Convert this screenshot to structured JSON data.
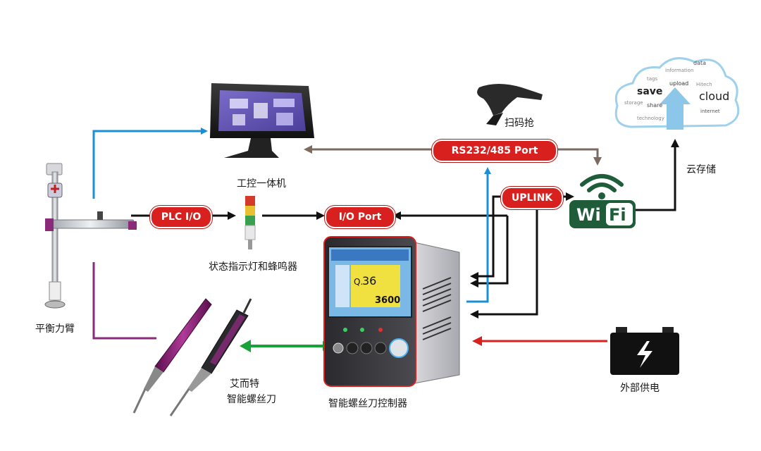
{
  "labels": {
    "panel_pc": "工控一体机",
    "scanner": "扫码抢",
    "cloud_storage": "云存储",
    "tower_light": "状态指示灯和蜂鸣器",
    "balance_arm": "平衡力臂",
    "screwdriver_line1": "艾而特",
    "screwdriver_line2": "智能螺丝刀",
    "controller": "智能螺丝刀控制器",
    "power": "外部供电"
  },
  "ports": {
    "rs232": "RS232/485 Port",
    "plc": "PLC I/O",
    "io": "I/O Port",
    "uplink": "UPLINK"
  },
  "wifi": {
    "left": "Wi",
    "right": "Fi"
  },
  "cloud_words": {
    "save": "save",
    "cloud": "cloud",
    "upload": "upload",
    "data": "data",
    "information": "information",
    "tags": "tags",
    "storage": "storage",
    "share": "share",
    "technology": "technology",
    "hitech": "Hitech",
    "internet": "internet"
  },
  "controller_screen": {
    "reading_label": "Q.",
    "reading": "36",
    "counter": "3600"
  },
  "colors": {
    "blue": "#1a8fd6",
    "purple": "#8a2a7a",
    "green": "#17a23a",
    "red": "#d8201e",
    "brown": "#7a6a60",
    "black": "#111111",
    "wifi_green": "#1f5c3a",
    "cloud_blue": "#9fd0ee"
  }
}
